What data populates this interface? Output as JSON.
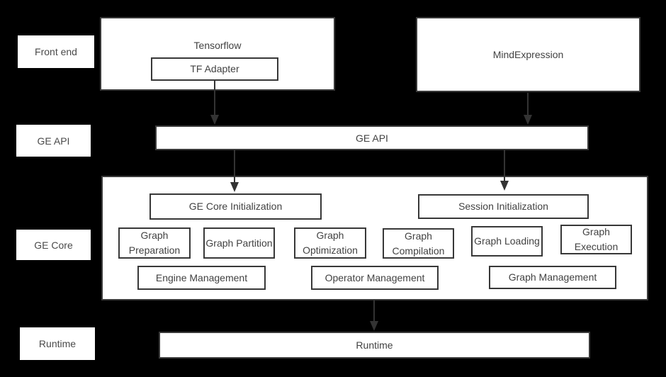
{
  "layer_labels": {
    "front_end": "Front end",
    "ge_api": "GE API",
    "ge_core": "GE Core",
    "runtime": "Runtime"
  },
  "front_end": {
    "tensorflow": "Tensorflow",
    "tf_adapter": "TF Adapter",
    "mind_expression": "MindExpression"
  },
  "ge_api": {
    "label": "GE API"
  },
  "ge_core": {
    "initialization": [
      "GE Core Initialization",
      "Session Initialization"
    ],
    "stages": [
      "Graph Preparation",
      "Graph Partition",
      "Graph Optimization",
      "Graph Compilation",
      "Graph Loading",
      "Graph Execution"
    ],
    "management": [
      "Engine Management",
      "Operator Management",
      "Graph Management"
    ]
  },
  "runtime": {
    "label": "Runtime"
  },
  "colors": {
    "background": "#000000",
    "box_fill": "#ffffff",
    "border": "#3a3a3a",
    "text": "#424242",
    "arrow": "#333333"
  }
}
